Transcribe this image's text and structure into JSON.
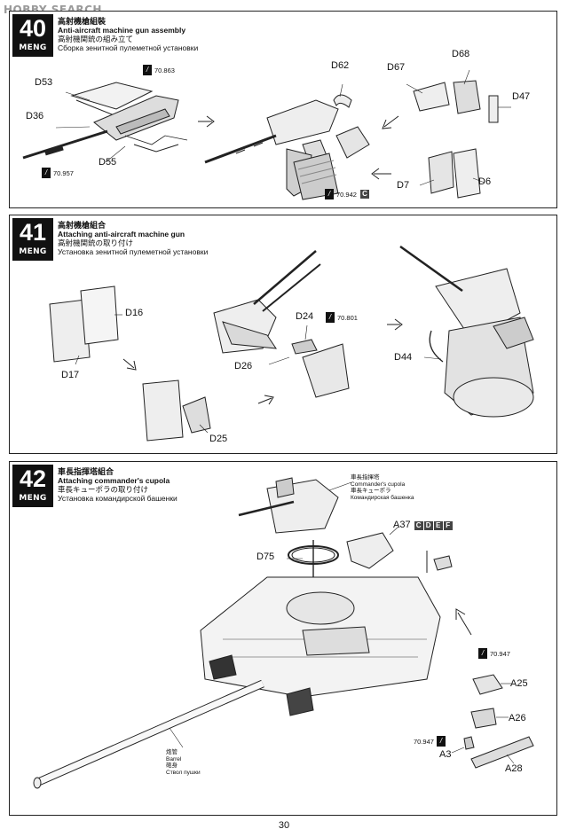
{
  "watermark": "HOBBY SEARCH",
  "page_number": "30",
  "steps": {
    "s40": {
      "number": "40",
      "brand": "MENG",
      "title_jp": "高射機槍組裝",
      "title_en": "Anti-aircraft machine gun assembly",
      "title_ja": "高射機関銃の組み立て",
      "title_ru": "Сборка зенитной пулеметной установки",
      "parts": [
        "D53",
        "D36",
        "D55",
        "D62",
        "D67",
        "D68",
        "D47",
        "D7",
        "D6"
      ],
      "paints": [
        "70.863",
        "70.957",
        "70.942"
      ],
      "paint_badge": "C"
    },
    "s41": {
      "number": "41",
      "brand": "MENG",
      "title_jp": "高射機槍組合",
      "title_en": "Attaching anti-aircraft machine gun",
      "title_ja": "高射機関銃の取り付け",
      "title_ru": "Установка зенитной пулеметной установки",
      "parts": [
        "D16",
        "D17",
        "D25",
        "D24",
        "D26",
        "D44"
      ],
      "paints": [
        "70.801"
      ]
    },
    "s42": {
      "number": "42",
      "brand": "MENG",
      "title_jp": "車長指揮塔組合",
      "title_en": "Attaching commander's cupola",
      "title_ja": "車長キューポラの取り付け",
      "title_ru": "Установка командирской башенки",
      "cupola_callout": [
        "車長指揮塔",
        "Commander's cupola",
        "車長キューポラ",
        "Командирская башенка"
      ],
      "barrel_callout": [
        "炮管",
        "Barrel",
        "砲身",
        "Ствол пушки"
      ],
      "parts": [
        "D75",
        "A37",
        "A25",
        "A26",
        "A3",
        "A28"
      ],
      "a37_badges": [
        "C",
        "D",
        "E",
        "F"
      ],
      "paints": [
        "70.947",
        "70.947"
      ]
    }
  }
}
